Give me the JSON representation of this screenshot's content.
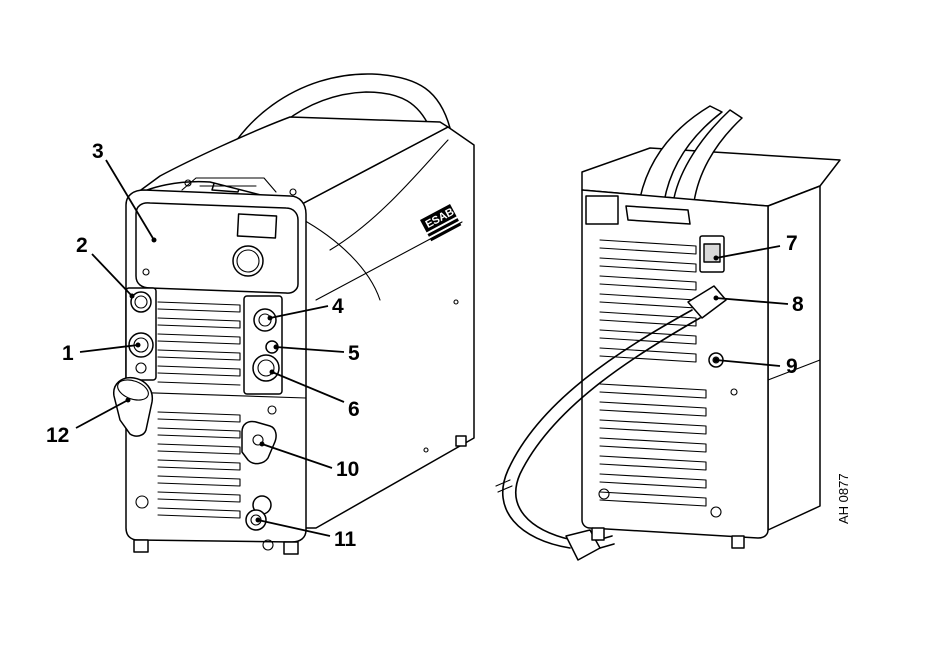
{
  "figure": {
    "document_id": "AH 0877",
    "brand": "ESAB",
    "callouts": [
      {
        "id": "1",
        "label": "1"
      },
      {
        "id": "2",
        "label": "2"
      },
      {
        "id": "3",
        "label": "3"
      },
      {
        "id": "4",
        "label": "4"
      },
      {
        "id": "5",
        "label": "5"
      },
      {
        "id": "6",
        "label": "6"
      },
      {
        "id": "7",
        "label": "7"
      },
      {
        "id": "8",
        "label": "8"
      },
      {
        "id": "9",
        "label": "9"
      },
      {
        "id": "10",
        "label": "10"
      },
      {
        "id": "11",
        "label": "11"
      },
      {
        "id": "12",
        "label": "12"
      }
    ]
  }
}
